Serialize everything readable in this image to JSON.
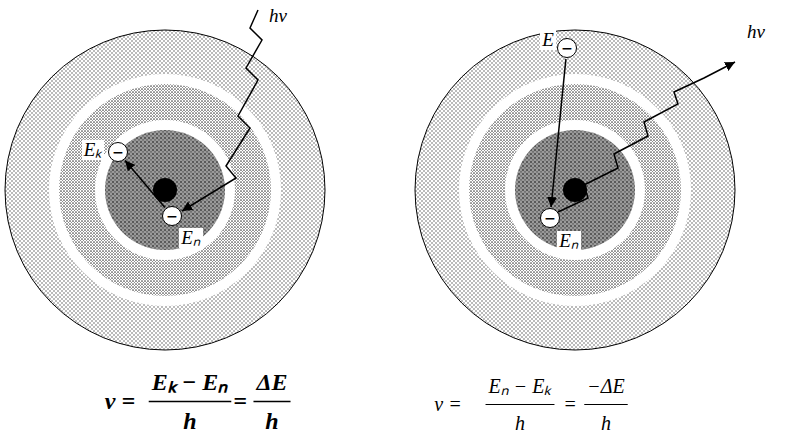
{
  "diagram": {
    "nodes": [
      {
        "text": [
          "−"
        ]
      },
      {
        "text": [
          "−"
        ]
      },
      {
        "text": [
          "−"
        ]
      },
      {
        "text": [
          "−"
        ]
      }
    ],
    "edges": [
      {
        "from": 1,
        "to": 0,
        "arrow": "to"
      },
      {
        "from": 2,
        "to": 3,
        "arrow": "to"
      }
    ],
    "labels": [
      "hν",
      "Eₖ",
      "Eₙ",
      "ν =",
      "Eₖ − Eₙ",
      "h",
      "=",
      "ΔE",
      "h",
      "hν",
      "E",
      "Eₙ",
      "ν =",
      "Eₙ − Eₖ",
      "h",
      "=",
      "−ΔE",
      "h"
    ]
  }
}
